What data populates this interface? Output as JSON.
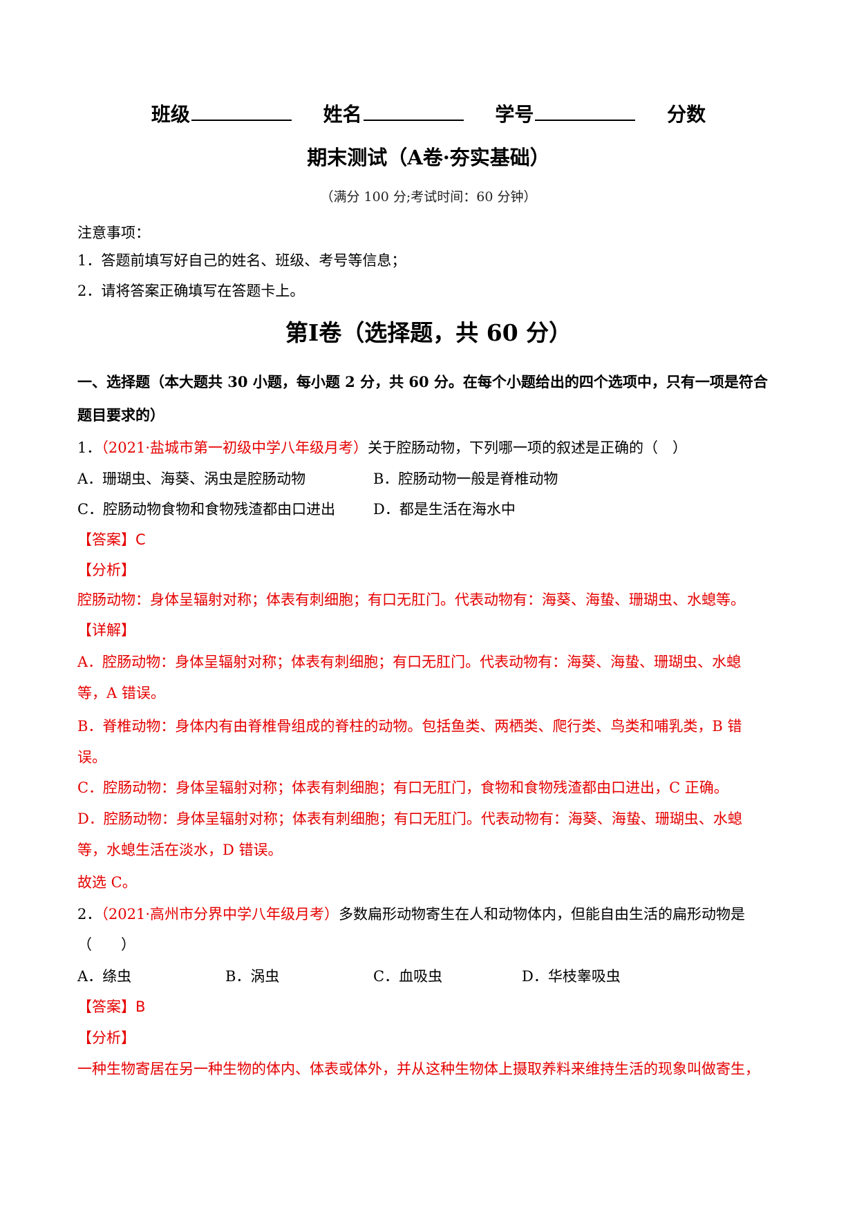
{
  "header": {
    "field_class": "班级",
    "field_name": "姓名",
    "field_id": "学号",
    "field_score": "分数"
  },
  "title": "期末测试（A卷·夯实基础）",
  "subtitle": "（满分 100 分;考试时间：60 分钟）",
  "notice": {
    "heading": "注意事项：",
    "item1": "1．答题前填写好自己的姓名、班级、考号等信息；",
    "item2": "2．请将答案正确填写在答题卡上。"
  },
  "section_title": "第Ⅰ卷（选择题，共 60 分）",
  "part_heading_line1": "一、选择题（本大题共 30 小题，每小题 2 分，共 60 分。在每个小题给出的四个选项中，只有一项是符合",
  "part_heading_line2": "题目要求的）",
  "q1": {
    "number": "1．",
    "source": "（2021·盐城市第一初级中学八年级月考）",
    "stem": "关于腔肠动物，下列哪一项的叙述是正确的（　）",
    "option_a": "A．珊瑚虫、海葵、涡虫是腔肠动物",
    "option_b": "B．腔肠动物一般是脊椎动物",
    "option_c": "C．腔肠动物食物和食物残渣都由口进出",
    "option_d": "D．都是生活在海水中",
    "answer_label": "【答案】",
    "answer": "C",
    "analysis_label": "【分析】",
    "analysis": "腔肠动物：身体呈辐射对称；体表有刺细胞；有口无肛门。代表动物有：海葵、海蛰、珊瑚虫、水螅等。",
    "detail_label": "【详解】",
    "detail_a1": "A．腔肠动物：身体呈辐射对称；体表有刺细胞；有口无肛门。代表动物有：海葵、海蛰、珊瑚虫、水螅",
    "detail_a2": "等，A 错误。",
    "detail_b1": " B．脊椎动物：身体内有由脊椎骨组成的脊柱的动物。包括鱼类、两栖类、爬行类、鸟类和哺乳类，B 错",
    "detail_b2": "误。",
    "detail_c": "C．腔肠动物：身体呈辐射对称；体表有刺细胞；有口无肛门，食物和食物残渣都由口进出，C 正确。",
    "detail_d1": "D．腔肠动物：身体呈辐射对称；体表有刺细胞；有口无肛门。代表动物有：海葵、海蛰、珊瑚虫、水螅",
    "detail_d2": "等，水螅生活在淡水，D 错误。",
    "conclusion": "故选 C。"
  },
  "q2": {
    "number": "2．",
    "source": "（2021·高州市分界中学八年级月考）",
    "stem": "多数扁形动物寄生在人和动物体内，但能自由生活的扁形动物是",
    "blank": "（　　）",
    "option_a": "A．绦虫",
    "option_b": "B．涡虫",
    "option_c": "C．血吸虫",
    "option_d": "D．华枝睾吸虫",
    "answer_label": "【答案】",
    "answer": "B",
    "analysis_label": "【分析】",
    "analysis": "一种生物寄居在另一种生物的体内、体表或体外，并从这种生物体上摄取养料来维持生活的现象叫做寄生，"
  },
  "colors": {
    "red": "#e60000",
    "text": "#000000"
  }
}
